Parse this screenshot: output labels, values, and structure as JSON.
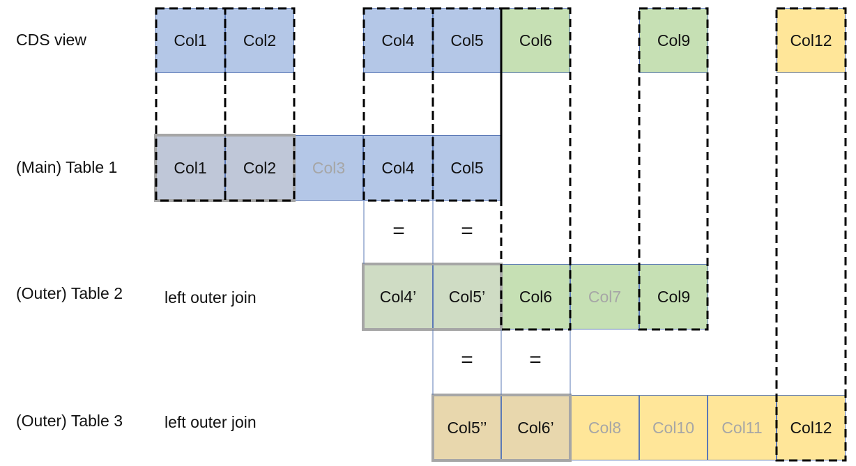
{
  "rows": {
    "cds_view": {
      "label": "CDS view"
    },
    "table1": {
      "label": "(Main) Table 1"
    },
    "table2": {
      "label": "(Outer) Table 2",
      "join_label": "left outer join"
    },
    "table3": {
      "label": "(Outer) Table 3",
      "join_label": "left outer join"
    }
  },
  "cells": {
    "cds": [
      "Col1",
      "Col2",
      "Col4",
      "Col5",
      "Col6",
      "Col9",
      "Col12"
    ],
    "t1": [
      "Col1",
      "Col2",
      "Col3",
      "Col4",
      "Col5"
    ],
    "t2": [
      "Col4’",
      "Col5’",
      "Col6",
      "Col7",
      "Col9"
    ],
    "t3": [
      "Col5’’",
      "Col6’",
      "Col8",
      "Col10",
      "Col11",
      "Col12"
    ]
  },
  "equals_sign": "=",
  "colors": {
    "blue": "#b4c7e7",
    "green": "#c6e0b4",
    "yellow": "#ffe699",
    "key_border": "#a6a6a6",
    "faded_text": "#a6a6a6",
    "link_line": "#5b79b6"
  }
}
